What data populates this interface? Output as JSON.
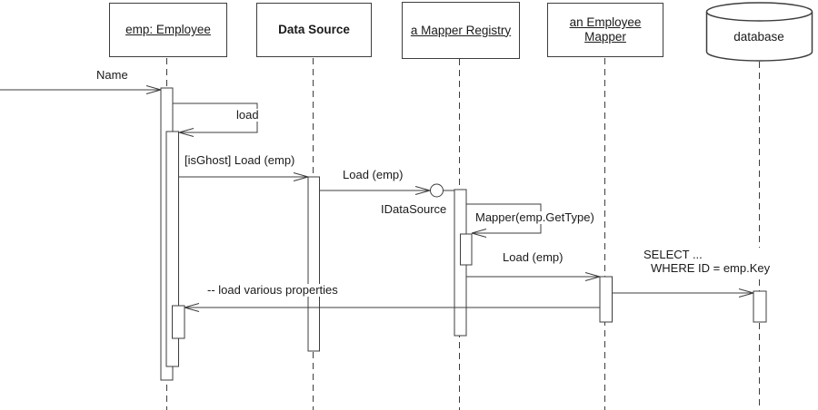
{
  "diagram": {
    "type": "uml-sequence",
    "background": "#ffffff",
    "line_color": "#3d3d3d",
    "text_color": "#1a1a1a",
    "actors": [
      {
        "id": "emp",
        "label": "emp: Employee",
        "shape": "box",
        "emphasis": "underline"
      },
      {
        "id": "data-source",
        "label": "Data Source",
        "shape": "box",
        "emphasis": "bold"
      },
      {
        "id": "mapper-registry",
        "label": "a Mapper Registry",
        "shape": "box",
        "emphasis": "underline"
      },
      {
        "id": "employee-mapper",
        "label": "an Employee\nMapper",
        "shape": "box",
        "emphasis": "underline"
      },
      {
        "id": "database",
        "label": "database",
        "shape": "cylinder",
        "emphasis": "none"
      }
    ],
    "interface_lollipop": {
      "label": "IDataSource",
      "on": "mapper-registry"
    },
    "messages": [
      {
        "label": "Name",
        "from": "external",
        "to": "emp",
        "kind": "call"
      },
      {
        "label": "load",
        "from": "emp",
        "to": "emp",
        "kind": "self-call"
      },
      {
        "label": "[isGhost] Load (emp)",
        "from": "emp",
        "to": "data-source",
        "kind": "call"
      },
      {
        "label": "Load (emp)",
        "from": "data-source",
        "to": "mapper-registry",
        "kind": "call-to-interface"
      },
      {
        "label": "Mapper(emp.GetType)",
        "from": "mapper-registry",
        "to": "mapper-registry",
        "kind": "self-call"
      },
      {
        "label": "Load (emp)",
        "from": "mapper-registry",
        "to": "employee-mapper",
        "kind": "call"
      },
      {
        "label": "SELECT ...",
        "label_line2": "WHERE ID = emp.Key",
        "from": "employee-mapper",
        "to": "database",
        "kind": "call"
      },
      {
        "label": "-- load various properties",
        "from": "employee-mapper",
        "to": "emp",
        "kind": "return"
      }
    ]
  }
}
